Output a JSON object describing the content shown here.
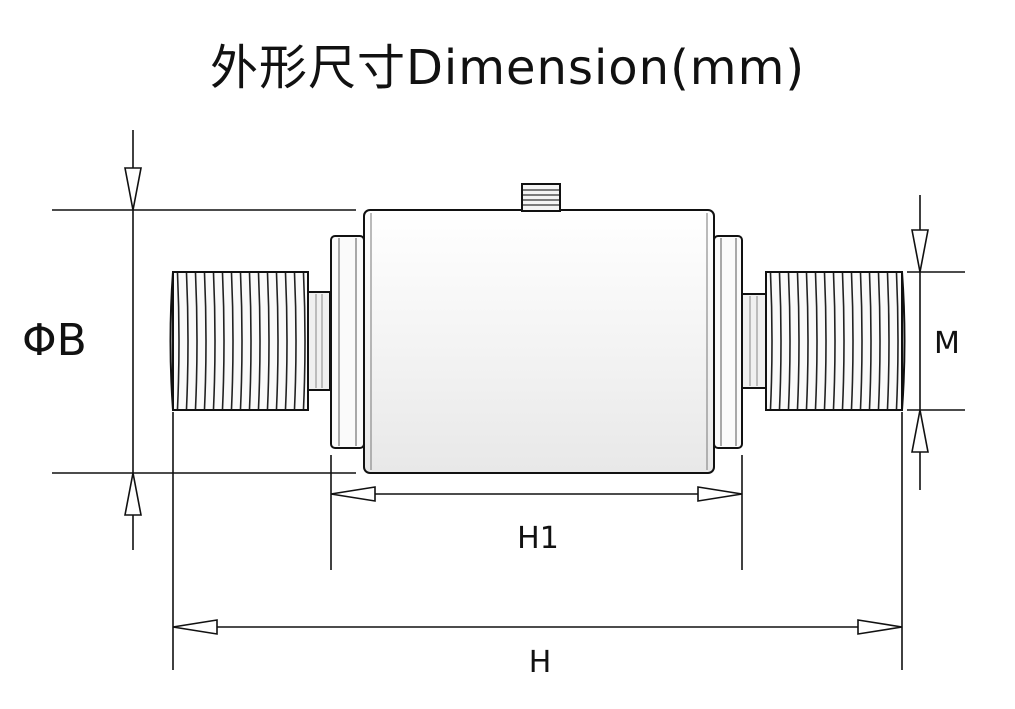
{
  "title": "外形尺寸Dimension(mm)",
  "labels": {
    "diameter": "ΦB",
    "thread": "M",
    "body_length": "H1",
    "total_length": "H"
  }
}
